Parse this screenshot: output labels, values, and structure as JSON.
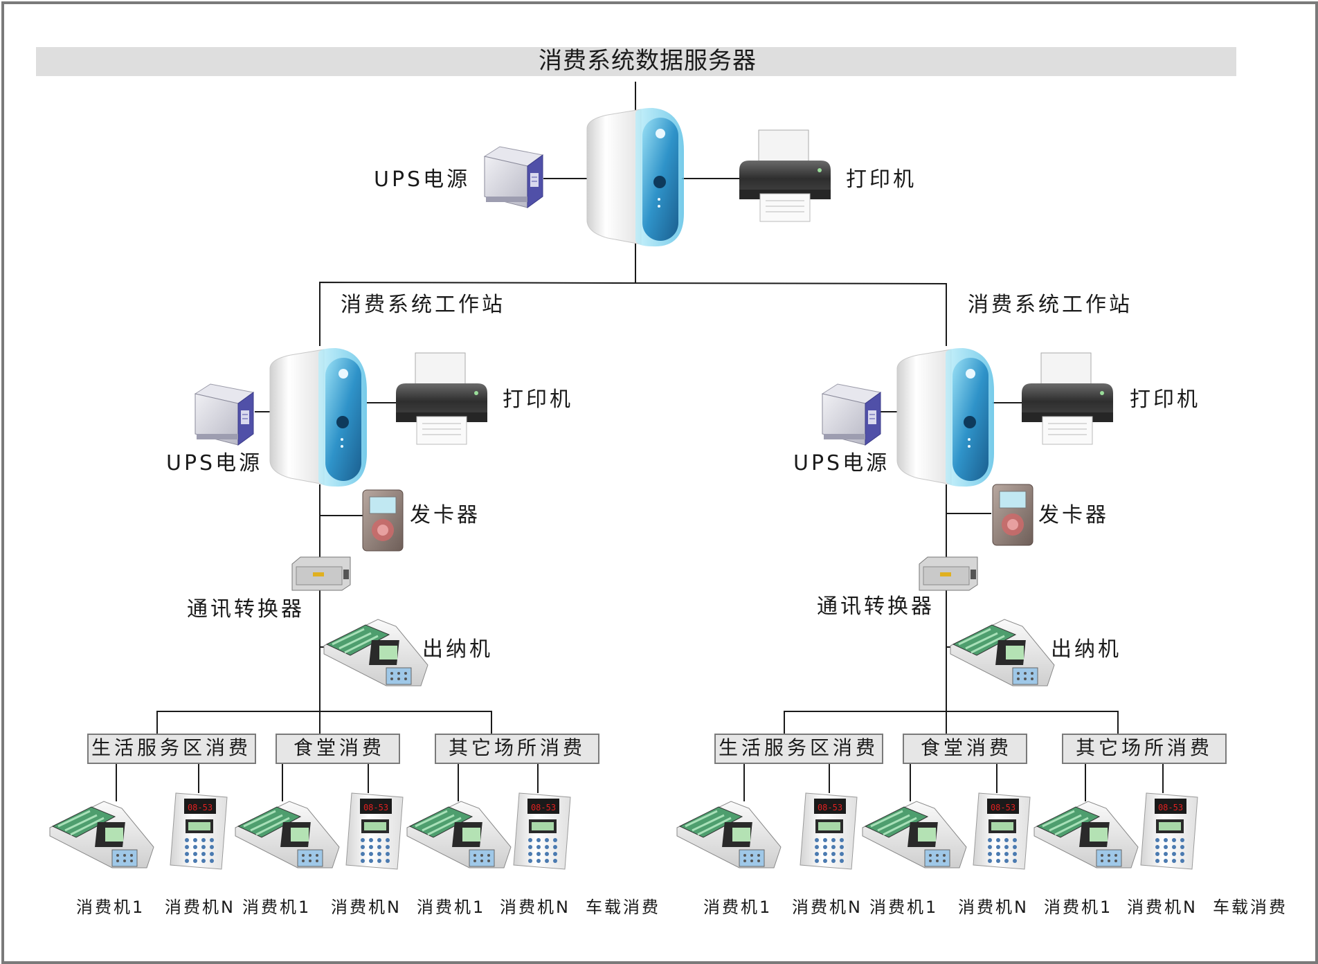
{
  "server": {
    "title": "消费系统数据服务器",
    "ups_label": "UPS电源",
    "printer_label": "打印机"
  },
  "left_station": {
    "title": "消费系统工作站",
    "ups_label": "UPS电源",
    "printer_label": "打印机",
    "card_issuer_label": "发卡器",
    "converter_label": "通讯转换器",
    "cashier_label": "出纳机",
    "categories": [
      "生活服务区消费",
      "食堂消费",
      "其它场所消费"
    ],
    "terminals": [
      "消费机1",
      "消费机N",
      "消费机1",
      "消费机N",
      "消费机1",
      "消费机N",
      "车载消费"
    ]
  },
  "right_station": {
    "title": "消费系统工作站",
    "ups_label": "UPS电源",
    "printer_label": "打印机",
    "card_issuer_label": "发卡器",
    "converter_label": "通讯转换器",
    "cashier_label": "出纳机",
    "categories": [
      "生活服务区消费",
      "食堂消费",
      "其它场所消费"
    ],
    "terminals": [
      "消费机1",
      "消费机N",
      "消费机1",
      "消费机N",
      "消费机1",
      "消费机N",
      "车载消费"
    ]
  },
  "colors": {
    "frame": "#7a7a7a",
    "title_band": "#dedede",
    "category_box": "#e6e6e6",
    "line": "#1a1a1a",
    "pc_screen": "#2f93c9",
    "pc_body": "#f2f2f2",
    "ups_accent": "#4e4fa6",
    "printer_body": "#3a3a3a",
    "card_reader_screen": "#c1e8f2",
    "terminal_display": "#d81818"
  }
}
